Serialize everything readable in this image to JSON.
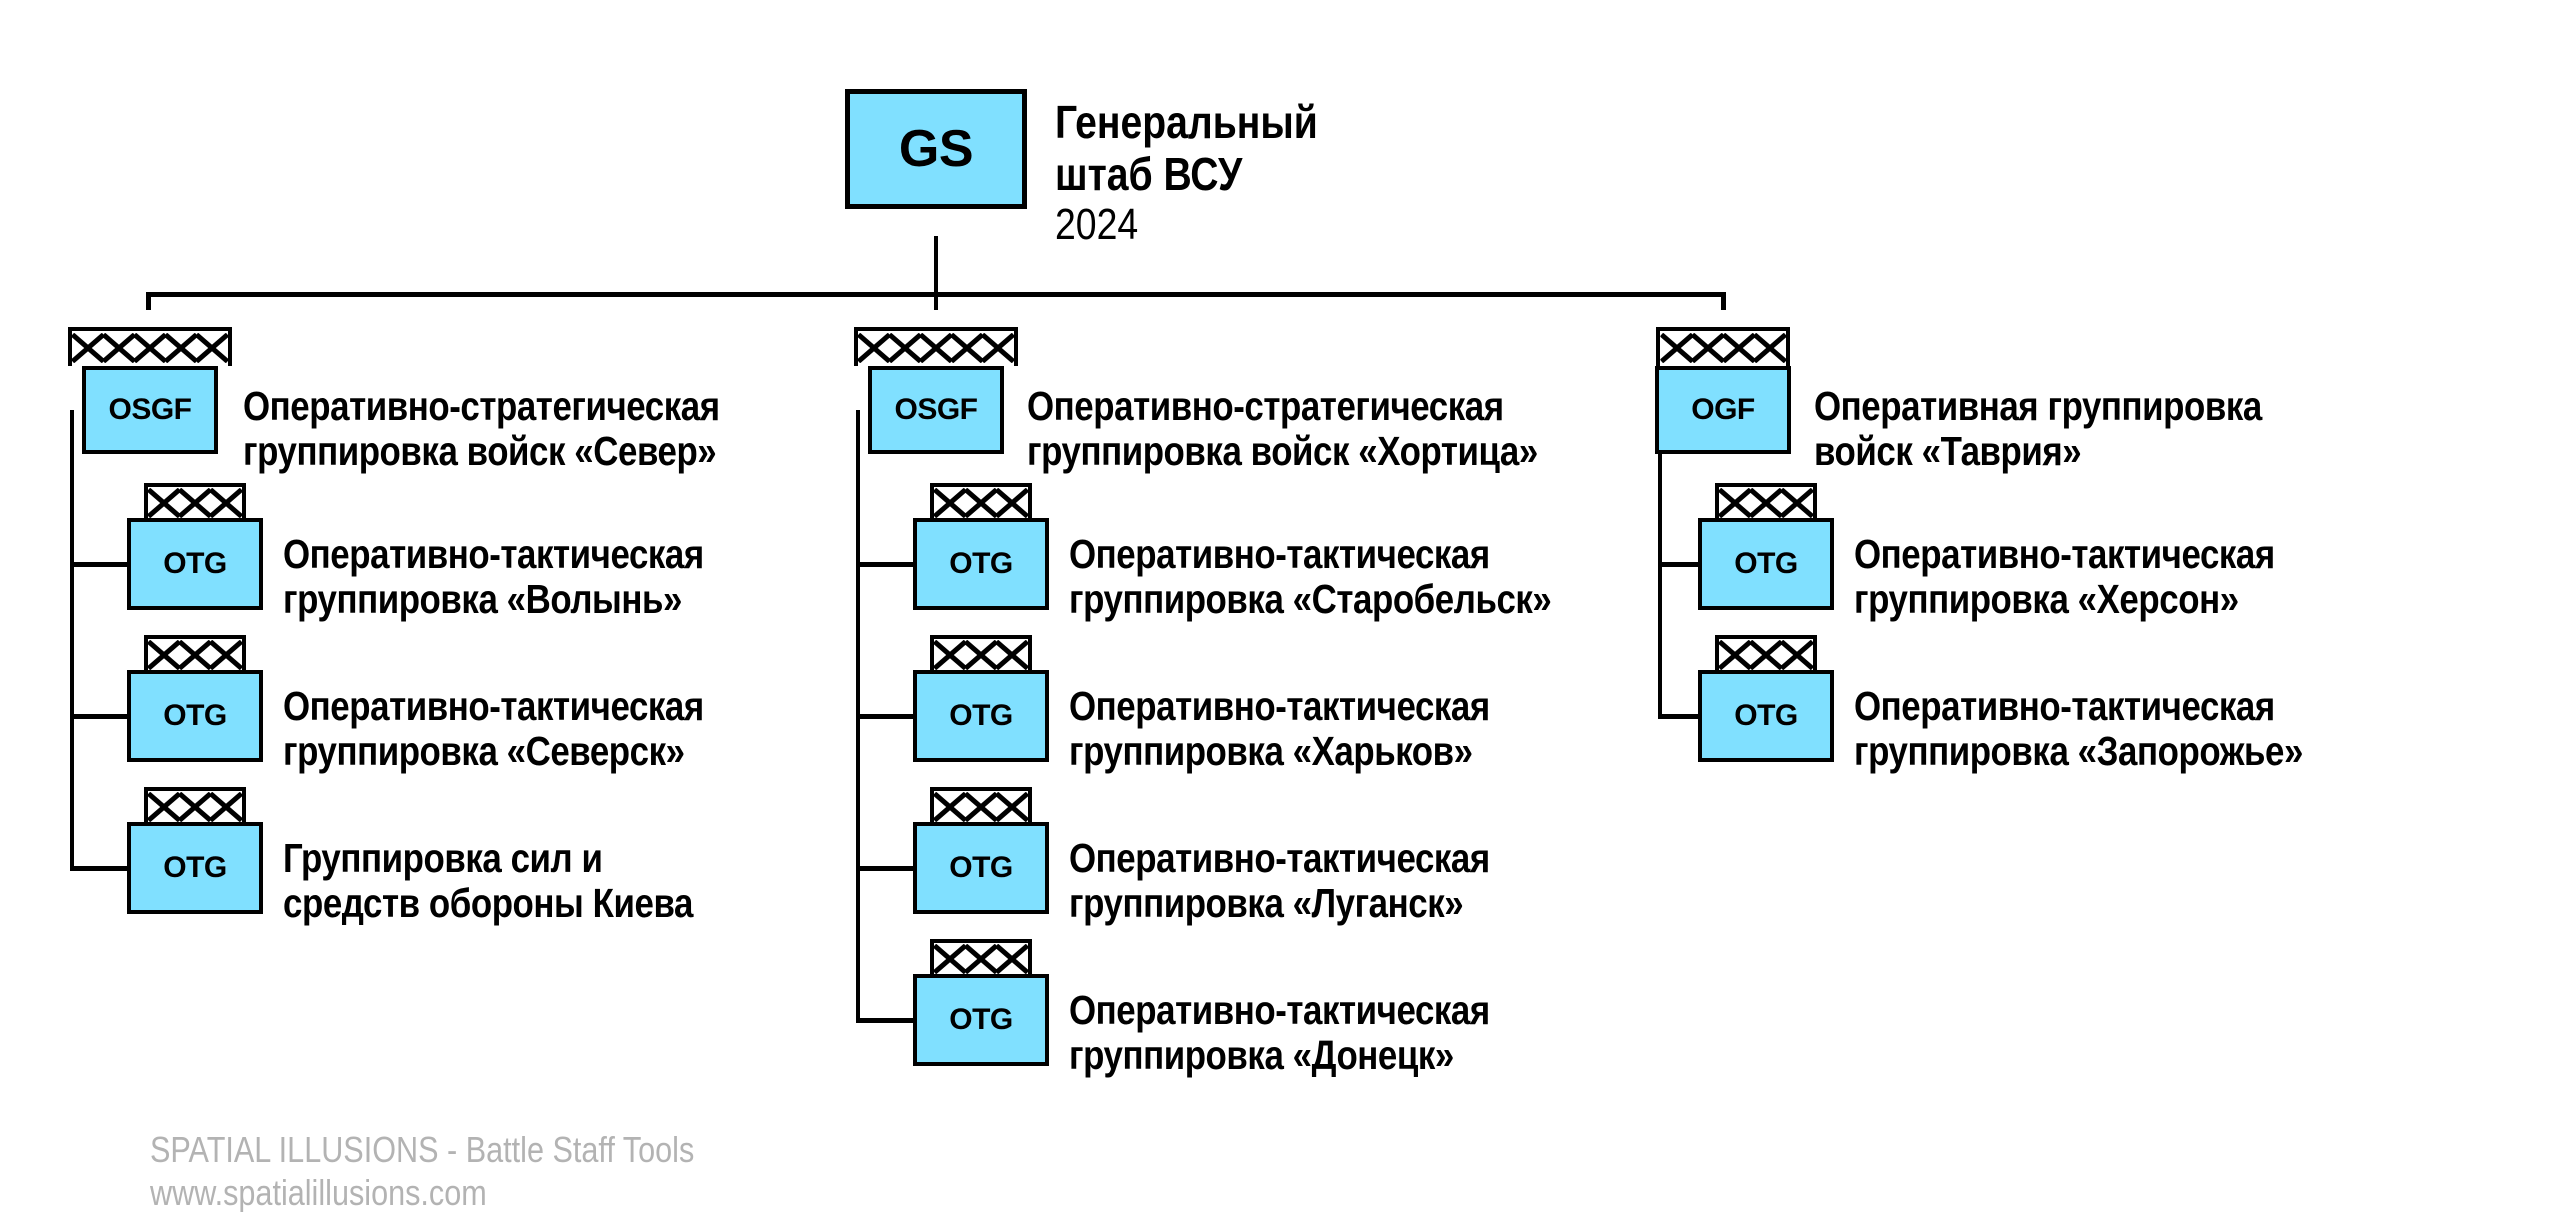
{
  "header": {
    "symbol": "GS",
    "title_line1": "Генеральный",
    "title_line2": "штаб ВСУ",
    "year": "2024"
  },
  "columns": [
    {
      "root": {
        "symbol": "OSGF",
        "echelon": "XXXXX",
        "name_lines": [
          "Оперативно-стратегическая",
          "группировка войск «Север»"
        ]
      },
      "children": [
        {
          "symbol": "OTG",
          "echelon": "XXX",
          "name_lines": [
            "Оперативно-тактическая",
            "группировка «Волынь»"
          ]
        },
        {
          "symbol": "OTG",
          "echelon": "XXX",
          "name_lines": [
            "Оперативно-тактическая",
            "группировка «Северск»"
          ]
        },
        {
          "symbol": "OTG",
          "echelon": "XXX",
          "name_lines": [
            "Группировка сил и",
            "средств обороны Киева"
          ]
        }
      ]
    },
    {
      "root": {
        "symbol": "OSGF",
        "echelon": "XXXXX",
        "name_lines": [
          "Оперативно-стратегическая",
          "группировка войск «Хортица»"
        ]
      },
      "children": [
        {
          "symbol": "OTG",
          "echelon": "XXX",
          "name_lines": [
            "Оперативно-тактическая",
            "группировка «Старобельск»"
          ]
        },
        {
          "symbol": "OTG",
          "echelon": "XXX",
          "name_lines": [
            "Оперативно-тактическая",
            "группировка «Харьков»"
          ]
        },
        {
          "symbol": "OTG",
          "echelon": "XXX",
          "name_lines": [
            "Оперативно-тактическая",
            "группировка «Луганск»"
          ]
        },
        {
          "symbol": "OTG",
          "echelon": "XXX",
          "name_lines": [
            "Оперативно-тактическая",
            "группировка «Донецк»"
          ]
        }
      ]
    },
    {
      "root": {
        "symbol": "OGF",
        "echelon": "XXXX",
        "name_lines": [
          "Оперативная группировка",
          "войск «Таврия»"
        ]
      },
      "children": [
        {
          "symbol": "OTG",
          "echelon": "XXX",
          "name_lines": [
            "Оперативно-тактическая",
            "группировка «Херсон»"
          ]
        },
        {
          "symbol": "OTG",
          "echelon": "XXX",
          "name_lines": [
            "Оперативно-тактическая",
            "группировка «Запорожье»"
          ]
        }
      ]
    }
  ],
  "footer": {
    "line1": "SPATIAL ILLUSIONS - Battle Staff Tools",
    "line2": "www.spatialillusions.com"
  },
  "colors": {
    "unit_fill": "#80E0FF",
    "outline": "#000000",
    "footer_text": "#B3B3B3"
  }
}
